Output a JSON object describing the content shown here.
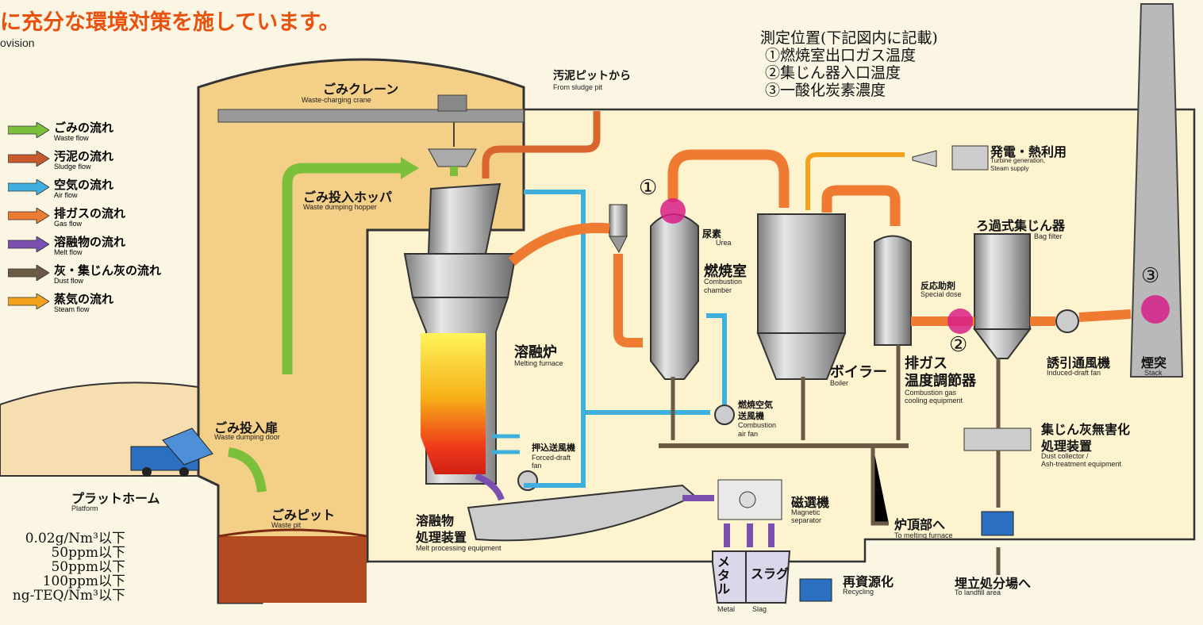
{
  "header": {
    "title": "に充分な環境対策を施しています。",
    "subtitle": "ovision"
  },
  "legend": [
    {
      "jp": "ごみの流れ",
      "en": "Waste flow",
      "color": "#7cbf3a"
    },
    {
      "jp": "汚泥の流れ",
      "en": "Sludge flow",
      "color": "#c95a2e"
    },
    {
      "jp": "空気の流れ",
      "en": "Air flow",
      "color": "#3fb0de"
    },
    {
      "jp": "排ガスの流れ",
      "en": "Gas flow",
      "color": "#ef7a32"
    },
    {
      "jp": "溶融物の流れ",
      "en": "Melt flow",
      "color": "#7a4fb0"
    },
    {
      "jp": "灰・集じん灰の流れ",
      "en": "Dust flow",
      "color": "#6b5a45"
    },
    {
      "jp": "蒸気の流れ",
      "en": "Steam flow",
      "color": "#f2a21c"
    }
  ],
  "measurement": {
    "heading": "測定位置(下記図内に記載)",
    "items": [
      "①燃焼室出口ガス温度",
      "②集じん器入口温度",
      "③一酸化炭素濃度"
    ]
  },
  "labels": {
    "crane_jp": "ごみクレーン",
    "crane_en": "Waste-charging crane",
    "sludge_jp": "汚泥ピットから",
    "sludge_en": "From sludge pit",
    "hopper_jp": "ごみ投入ホッパ",
    "hopper_en": "Waste dumping hopper",
    "urea_jp": "尿素",
    "urea_en": "Urea",
    "comb_jp": "燃焼室",
    "comb_en1": "Combustion",
    "comb_en2": "chamber",
    "turbine_jp": "発電・熱利用",
    "turbine_en1": "Turbine generation,",
    "turbine_en2": "Steam supply",
    "bag_jp": "ろ過式集じん器",
    "bag_en": "Bag filter",
    "dose_jp": "反応助剤",
    "dose_en": "Special dose",
    "melt_jp": "溶融炉",
    "melt_en": "Melting furnace",
    "boiler_jp": "ボイラー",
    "boiler_en": "Boiler",
    "cool_jp1": "排ガス",
    "cool_jp2": "温度調節器",
    "cool_en1": "Combustion gas",
    "cool_en2": "cooling equipment",
    "idf_jp": "誘引通風機",
    "idf_en": "Induced-draft fan",
    "stack_jp": "煙突",
    "stack_en": "Stack",
    "caf_jp1": "燃焼空気",
    "caf_jp2": "送風機",
    "caf_en1": "Combustion",
    "caf_en2": "air fan",
    "door_jp": "ごみ投入扉",
    "door_en": "Waste dumping door",
    "fdf_jp": "押込送風機",
    "fdf_en1": "Forced-draft",
    "fdf_en2": "fan",
    "dustc_jp1": "集じん灰無害化",
    "dustc_jp2": "処理装置",
    "dustc_en1": "Dust collector /",
    "dustc_en2": "Ash-treatment equipment",
    "platform_jp": "プラットホーム",
    "platform_en": "Platform",
    "pit_jp": "ごみピット",
    "pit_en": "Waste pit",
    "mproc_jp1": "溶融物",
    "mproc_jp2": "処理装置",
    "mproc_en": "Melt processing equipment",
    "mag_jp": "磁選機",
    "mag_en1": "Magnetic",
    "mag_en2": "separator",
    "tomelt_jp": "炉頂部へ",
    "tomelt_en": "To melting furnace",
    "metal_jp": "メタル",
    "metal_en": "Metal",
    "slag_jp": "スラグ",
    "slag_en": "Slag",
    "recyc_jp": "再資源化",
    "recyc_en": "Recycling",
    "landfill_jp": "埋立処分場へ",
    "landfill_en": "To landfill area"
  },
  "markers": [
    "①",
    "②",
    "③"
  ],
  "limits": [
    "0.02g/Nm³以下",
    "50ppm以下",
    "50ppm以下",
    "100ppm以下",
    "ng-TEQ/Nm³以下"
  ]
}
